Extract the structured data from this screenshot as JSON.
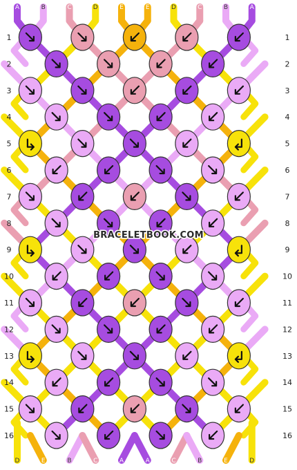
{
  "colors": {
    "A": "#a64ce0",
    "B": "#eaaaf6",
    "C": "#ea9fb1",
    "D": "#f7e20a",
    "E": "#f5b20c"
  },
  "strands_top": [
    "A",
    "B",
    "C",
    "D",
    "E",
    "E",
    "D",
    "C",
    "B",
    "A"
  ],
  "strands_bottom": [
    "D",
    "E",
    "B",
    "C",
    "A",
    "A",
    "C",
    "B",
    "E",
    "D"
  ],
  "row_labels": [
    "1",
    "2",
    "3",
    "4",
    "5",
    "6",
    "7",
    "8",
    "9",
    "10",
    "11",
    "12",
    "13",
    "14",
    "15",
    "16"
  ],
  "watermark": "BRACELETBOOK.COM",
  "knots": [
    [
      {
        "c": "A",
        "d": "dr"
      },
      {
        "c": "C",
        "d": "dr"
      },
      {
        "c": "E",
        "d": "dl"
      },
      {
        "c": "C",
        "d": "dl"
      },
      {
        "c": "A",
        "d": "dl"
      }
    ],
    [
      {
        "c": "A",
        "d": "dr"
      },
      {
        "c": "C",
        "d": "dr"
      },
      {
        "c": "C",
        "d": "dl"
      },
      {
        "c": "A",
        "d": "dl"
      }
    ],
    [
      {
        "c": "B",
        "d": "dr"
      },
      {
        "c": "A",
        "d": "dr"
      },
      {
        "c": "C",
        "d": "dl"
      },
      {
        "c": "A",
        "d": "dl"
      },
      {
        "c": "B",
        "d": "dl"
      }
    ],
    [
      {
        "c": "B",
        "d": "dr"
      },
      {
        "c": "A",
        "d": "dr"
      },
      {
        "c": "A",
        "d": "dl"
      },
      {
        "c": "B",
        "d": "dl"
      }
    ],
    [
      {
        "c": "D",
        "d": "rdr"
      },
      {
        "c": "B",
        "d": "dr"
      },
      {
        "c": "A",
        "d": "dr"
      },
      {
        "c": "B",
        "d": "dl"
      },
      {
        "c": "D",
        "d": "ldl"
      }
    ],
    [
      {
        "c": "B",
        "d": "dl"
      },
      {
        "c": "A",
        "d": "dl"
      },
      {
        "c": "A",
        "d": "dr"
      },
      {
        "c": "B",
        "d": "dr"
      }
    ],
    [
      {
        "c": "B",
        "d": "dr"
      },
      {
        "c": "A",
        "d": "dl"
      },
      {
        "c": "C",
        "d": "dl"
      },
      {
        "c": "A",
        "d": "dr"
      },
      {
        "c": "B",
        "d": "dl"
      }
    ],
    [
      {
        "c": "B",
        "d": "dr"
      },
      {
        "c": "A",
        "d": "dr"
      },
      {
        "c": "A",
        "d": "dl"
      },
      {
        "c": "B",
        "d": "dl"
      }
    ],
    [
      {
        "c": "D",
        "d": "rdr"
      },
      {
        "c": "B",
        "d": "dr"
      },
      {
        "c": "A",
        "d": "dr"
      },
      {
        "c": "B",
        "d": "dl"
      },
      {
        "c": "D",
        "d": "ldl"
      }
    ],
    [
      {
        "c": "B",
        "d": "dl"
      },
      {
        "c": "A",
        "d": "dl"
      },
      {
        "c": "A",
        "d": "dr"
      },
      {
        "c": "B",
        "d": "dr"
      }
    ],
    [
      {
        "c": "B",
        "d": "dr"
      },
      {
        "c": "A",
        "d": "dl"
      },
      {
        "c": "C",
        "d": "dl"
      },
      {
        "c": "A",
        "d": "dr"
      },
      {
        "c": "B",
        "d": "dl"
      }
    ],
    [
      {
        "c": "B",
        "d": "dr"
      },
      {
        "c": "A",
        "d": "dr"
      },
      {
        "c": "A",
        "d": "dl"
      },
      {
        "c": "B",
        "d": "dl"
      }
    ],
    [
      {
        "c": "D",
        "d": "rdr"
      },
      {
        "c": "B",
        "d": "dr"
      },
      {
        "c": "A",
        "d": "dr"
      },
      {
        "c": "B",
        "d": "dl"
      },
      {
        "c": "D",
        "d": "ldl"
      }
    ],
    [
      {
        "c": "B",
        "d": "dl"
      },
      {
        "c": "A",
        "d": "dl"
      },
      {
        "c": "A",
        "d": "dr"
      },
      {
        "c": "B",
        "d": "dr"
      }
    ],
    [
      {
        "c": "B",
        "d": "dr"
      },
      {
        "c": "A",
        "d": "dl"
      },
      {
        "c": "C",
        "d": "dl"
      },
      {
        "c": "A",
        "d": "dr"
      },
      {
        "c": "B",
        "d": "dl"
      }
    ],
    [
      {
        "c": "B",
        "d": "dr"
      },
      {
        "c": "A",
        "d": "dl"
      },
      {
        "c": "A",
        "d": "dr"
      },
      {
        "c": "B",
        "d": "dl"
      }
    ]
  ]
}
